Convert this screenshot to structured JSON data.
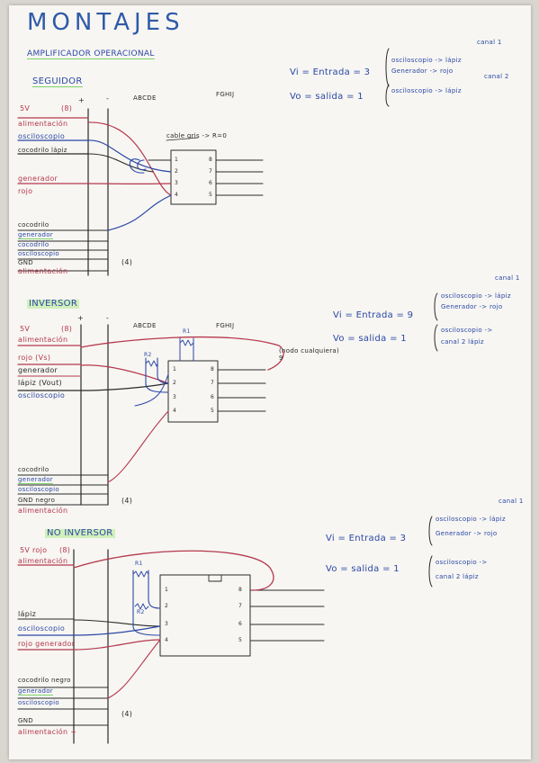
{
  "title": "MONTAJES",
  "subtitle": "AMPLIFICADOR OPERACIONAL",
  "seguidor": {
    "heading": "SEGUIDOR",
    "plus": "+",
    "minus": "-",
    "cols_left": "ABCDE",
    "cols_right": "FGHIJ",
    "labels": {
      "v5": "5V",
      "pin8": "(8)",
      "alim_top": "alimentación",
      "osciloscopio": "osciloscopio",
      "cocodrilo_lapiz": "cocodrilo lápiz",
      "generador": "generador",
      "rojo": "rojo",
      "b_cocodrilo": "cocodrilo",
      "b_generador": "generador",
      "b_cocodrilo2": "cocodrilo",
      "b_osciloscopio": "osciloscopio",
      "b_gnd": "GND",
      "b_alim": "alimentación",
      "pin4": "(4)"
    },
    "annotation": "cable gris -> R=0",
    "chip_pins": [
      "1",
      "2",
      "3",
      "4",
      "8",
      "7",
      "6",
      "5"
    ],
    "vi_label": "Vi = Entrada = 3",
    "vo_label": "Vo = salida = 1",
    "vi_note1": "osciloscopio -> lápiz",
    "vi_note2": "Generador -> rojo",
    "vi_canal": "canal 1",
    "vo_note1": "osciloscopio -> lápiz",
    "vo_canal": "canal 2"
  },
  "inversor": {
    "heading": "INVERSOR",
    "plus": "+",
    "minus": "-",
    "cols_left": "ABCDE",
    "cols_right": "FGHIJ",
    "labels": {
      "v5": "5V",
      "pin8": "(8)",
      "alim_top": "alimentación",
      "rojo_vs": "rojo (Vs)",
      "generador": "generador",
      "lapiz_vout": "lápiz (Vout)",
      "osciloscopio": "osciloscopio",
      "b_cocodrilo": "cocodrilo",
      "b_generador": "generador",
      "b_osciloscopio": "osciloscopio",
      "b_gnd": "GND negro",
      "b_alim": "alimentación",
      "pin4": "(4)"
    },
    "r1": "R1",
    "r2": "R2",
    "chip_pins": [
      "1",
      "2",
      "3",
      "4",
      "8",
      "7",
      "6",
      "5"
    ],
    "side_note": "(nodo cualquiera) 9",
    "vi_label": "Vi = Entrada = 9",
    "vo_label": "Vo = salida = 1",
    "vi_note1": "osciloscopio -> lápiz",
    "vi_note2": "Generador -> rojo",
    "vi_canal": "canal 1",
    "vo_note1": "osciloscopio ->",
    "vo_note2": "canal 2 lápiz"
  },
  "no_inversor": {
    "heading": "NO INVERSOR",
    "labels": {
      "v5": "5V rojo",
      "pin8": "(8)",
      "alim_top": "alimentación",
      "lapiz": "lápiz",
      "osciloscopio": "osciloscopio",
      "rojo_gen": "rojo generador",
      "b_cocodrilo": "cocodrilo negro",
      "b_generador": "generador",
      "b_osciloscopio": "osciloscopio",
      "b_gnd": "GND",
      "b_alim": "alimentación +",
      "pin4": "(4)"
    },
    "r1": "R1",
    "r2": "R2",
    "chip_pins": [
      "1",
      "2",
      "3",
      "4",
      "8",
      "7",
      "6",
      "5"
    ],
    "vi_label": "Vi = Entrada = 3",
    "vo_label": "Vo = salida = 1",
    "vi_note1": "osciloscopio -> lápiz",
    "vi_note2": "Generador -> rojo",
    "vi_canal": "canal 1",
    "vo_note1": "osciloscopio ->",
    "vo_note2": "canal 2 lápiz"
  },
  "colors": {
    "ink_blue": "#2a47a6",
    "ink_red": "#b5384e",
    "ink_black": "#2a2a2a",
    "highlighter": "#a0e678",
    "paper": "#f7f6f2"
  }
}
